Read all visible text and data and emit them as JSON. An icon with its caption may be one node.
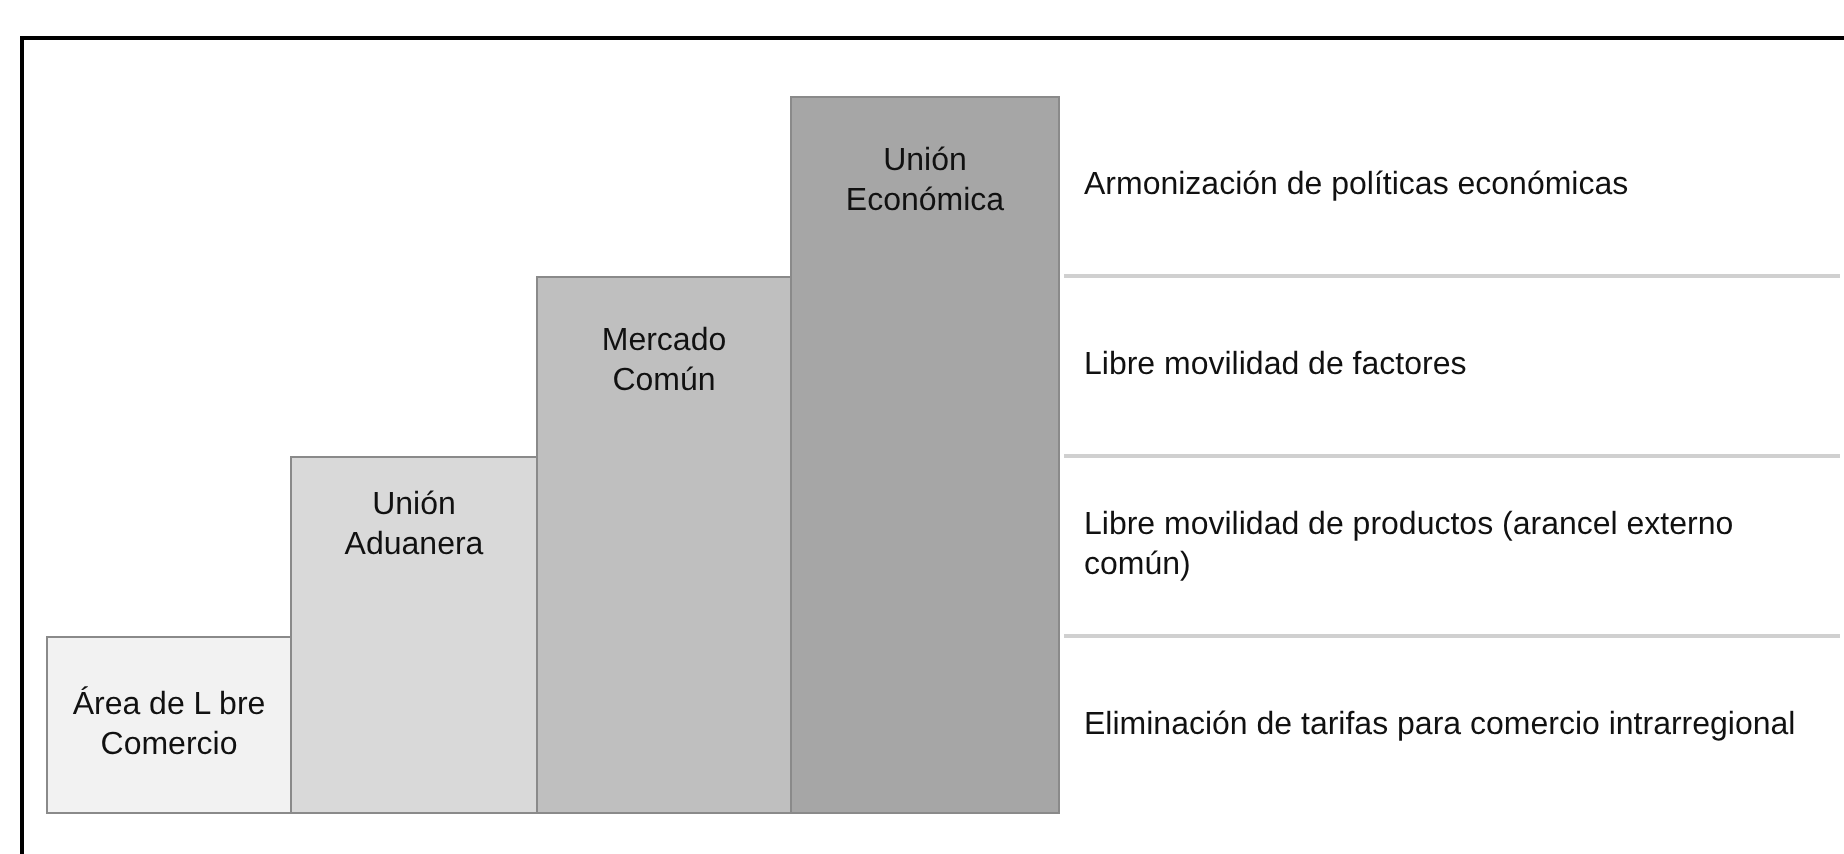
{
  "diagram": {
    "nodes": [
      {
        "text": [
          "Área de L bre Comercio"
        ]
      },
      {
        "text": [
          "Unión Aduanera"
        ]
      },
      {
        "text": [
          "Mercado Común"
        ]
      },
      {
        "text": [
          "Unión Económica"
        ]
      }
    ],
    "labels": [
      "Armonización de políticas económicas",
      "Libre movilidad de factores",
      "Libre movilidad de productos (arancel externo común)",
      "Eliminación de tarifas para comercio intrarregional"
    ]
  }
}
